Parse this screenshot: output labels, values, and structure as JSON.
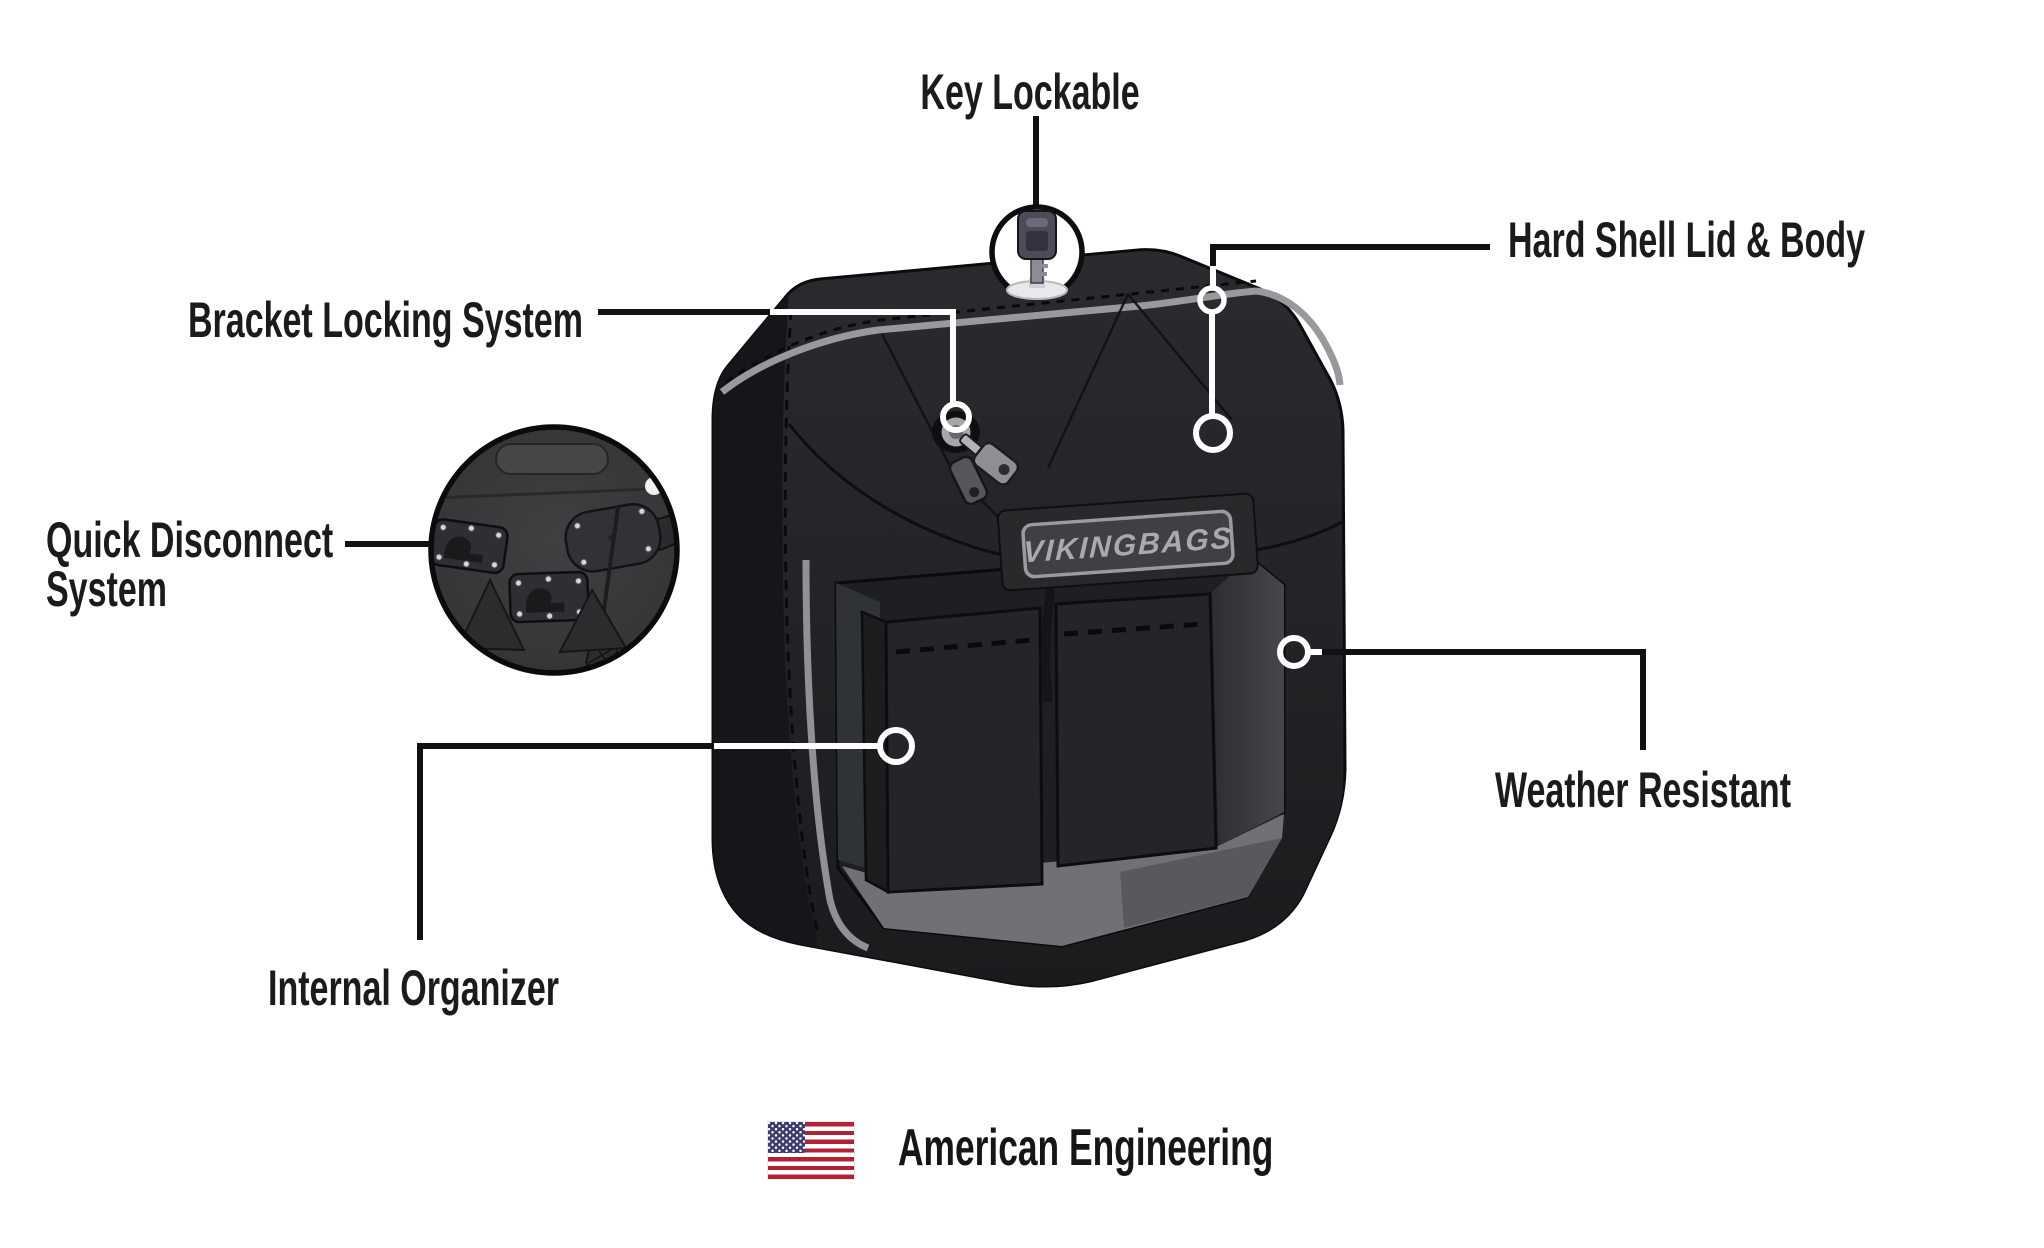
{
  "callouts": {
    "key_lockable": "Key Lockable",
    "bracket_locking": "Bracket Locking System",
    "hard_shell": "Hard Shell Lid & Body",
    "quick_disconnect_line1": "Quick Disconnect",
    "quick_disconnect_line2": "System",
    "weather_resistant": "Weather Resistant",
    "internal_organizer": "Internal Organizer"
  },
  "footer": {
    "caption": "American Engineering",
    "flag_icon": "us-flag-icon"
  },
  "product": {
    "brand_badge": "VIKINGBAGS",
    "illustration": "hard-shell-motorcycle-saddlebag",
    "inset": "quick-disconnect-back-panel-photo"
  },
  "icons": [
    "key-icon",
    "lock-icon",
    "us-flag-icon",
    "callout-ring-icon"
  ],
  "colors": {
    "background": "#ffffff",
    "label_text": "#1b1b1b",
    "callout_line_dark": "#111111",
    "callout_line_light": "#ffffff",
    "bag_shell_dark": "#1b1d20",
    "bag_side_panel": "#141619",
    "bag_lid_front": "#2c2f33",
    "piping_gray": "#97999c",
    "interior_floor_gray": "#6f7174",
    "badge_border": "#9a9a9f",
    "badge_fill": "#3e4044",
    "badge_text_color": "#a9a9ae",
    "flag_red": "#B22234",
    "flag_blue": "#3C3B6E"
  }
}
